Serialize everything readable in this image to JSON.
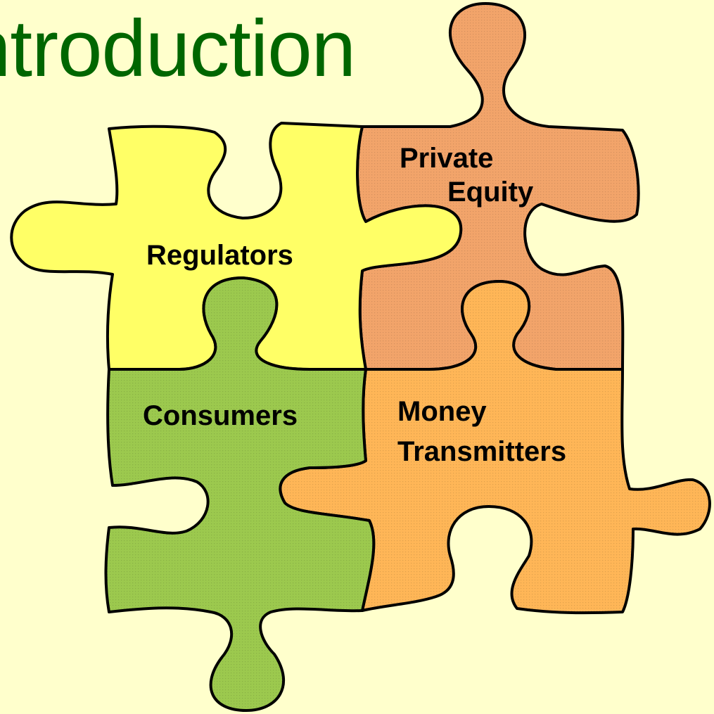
{
  "title": "ntroduction",
  "colors": {
    "background": "#FFFFCC",
    "title": "#006600",
    "regulators": "#FFFF66",
    "private_equity": "#F2A46A",
    "consumers": "#9CC94E",
    "money_transmitters": "#FFB657",
    "outline": "#000000"
  },
  "pieces": {
    "regulators": {
      "label": "Regulators"
    },
    "private_equity": {
      "label_line1": "Private",
      "label_line2": "Equity"
    },
    "consumers": {
      "label": "Consumers"
    },
    "money_transmitters": {
      "label_line1": "Money",
      "label_line2": "Transmitters"
    }
  }
}
